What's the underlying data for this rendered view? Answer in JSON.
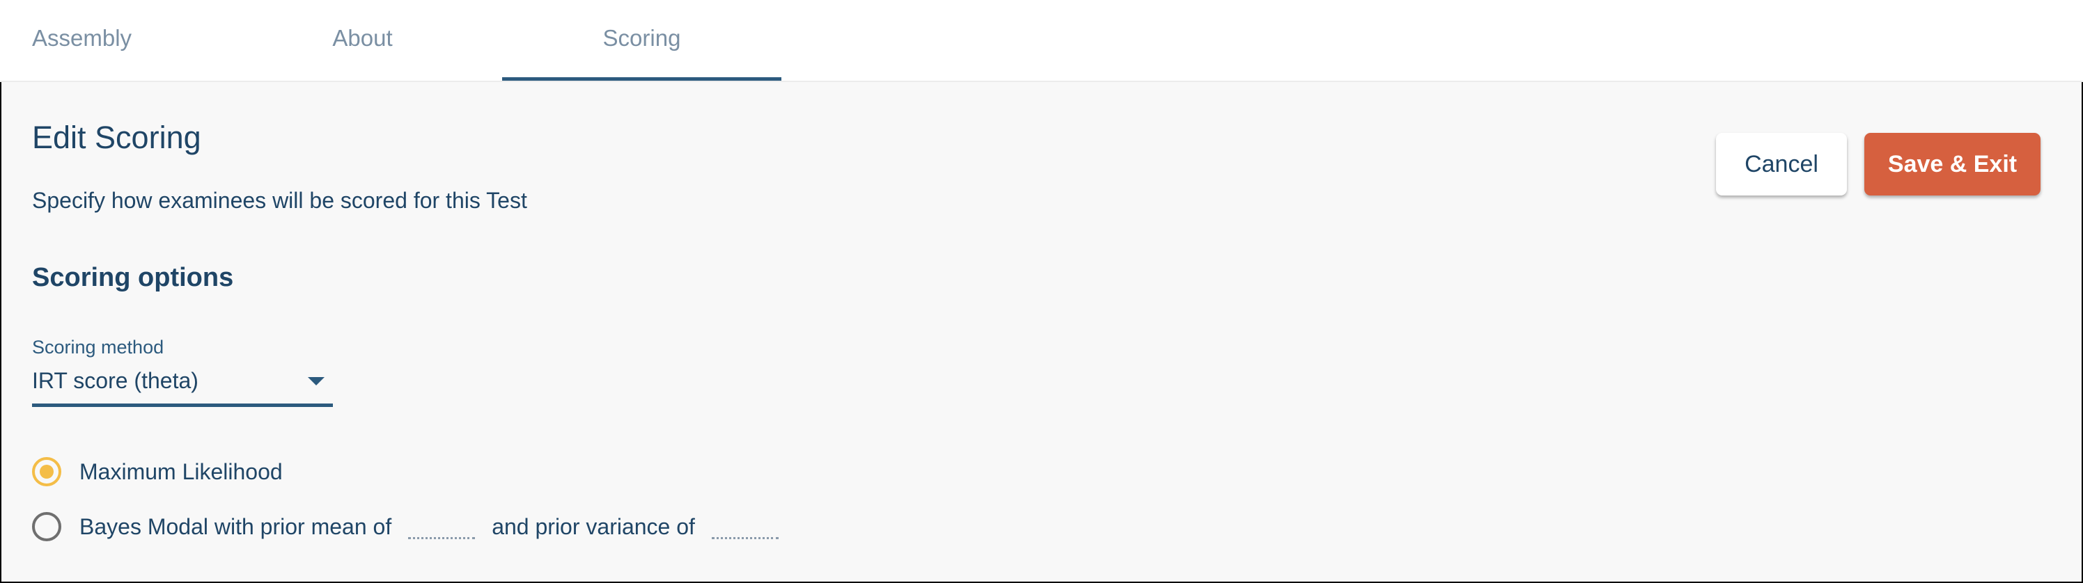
{
  "tabs": [
    {
      "label": "Assembly",
      "active": false
    },
    {
      "label": "About",
      "active": false
    },
    {
      "label": "Scoring",
      "active": true
    }
  ],
  "header": {
    "title": "Edit Scoring",
    "subtitle": "Specify how examinees will be scored for this Test"
  },
  "buttons": {
    "cancel": "Cancel",
    "save": "Save & Exit"
  },
  "scoring_options": {
    "heading": "Scoring options",
    "method_label": "Scoring method",
    "method_value": "IRT score (theta)",
    "radios": [
      {
        "label": "Maximum Likelihood",
        "checked": true
      },
      {
        "label": "Bayes Modal with prior mean of",
        "label2": "and prior variance of",
        "checked": false,
        "prior_mean": "",
        "prior_variance": ""
      }
    ]
  },
  "colors": {
    "primary": "#1f4566",
    "accent": "#d6603f",
    "radio_selected": "#f4bd47",
    "tab_underline": "#2c5a7e"
  }
}
